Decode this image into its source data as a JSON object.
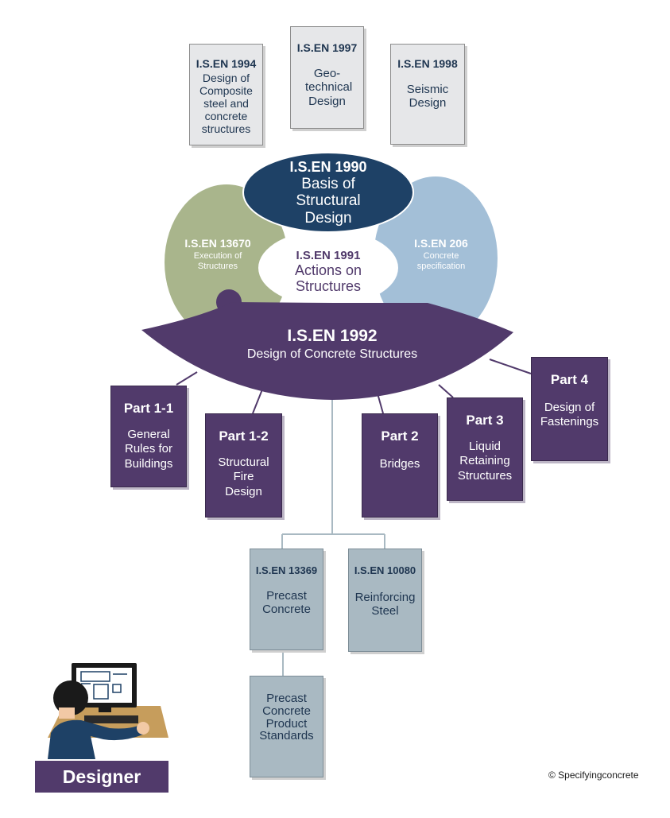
{
  "colors": {
    "navy": "#1e4166",
    "green": "#a9b58c",
    "lightblue": "#a3bfd7",
    "purple": "#513a6b",
    "grey_book": "#e6e7e9",
    "blue_book": "#a9b9c2"
  },
  "top_books": [
    {
      "code": "I.S.EN 1994",
      "desc": "Design of Composite steel and concrete structures"
    },
    {
      "code": "I.S.EN 1997",
      "desc": "Geo- technical Design"
    },
    {
      "code": "I.S.EN 1998",
      "desc": "Seismic Design"
    }
  ],
  "basis": {
    "code": "I.S.EN 1990",
    "desc": "Basis of Structural Design"
  },
  "execution": {
    "code": "I.S.EN 13670",
    "desc": "Execution of Structures"
  },
  "specification": {
    "code": "I.S.EN 206",
    "desc": "Concrete specification"
  },
  "actions": {
    "code": "I.S.EN 1991",
    "desc": "Actions on Structures"
  },
  "concrete": {
    "code": "I.S.EN 1992",
    "desc": "Design of Concrete Structures"
  },
  "parts": [
    {
      "code": "Part 1-1",
      "desc": "General Rules for Buildings"
    },
    {
      "code": "Part 1-2",
      "desc": "Structural Fire Design"
    },
    {
      "code": "Part 2",
      "desc": "Bridges"
    },
    {
      "code": "Part 3",
      "desc": "Liquid Retaining Structures"
    },
    {
      "code": "Part 4",
      "desc": "Design of Fastenings"
    }
  ],
  "bottom_books": [
    {
      "code": "I.S.EN 13369",
      "desc": "Precast Concrete"
    },
    {
      "code": "I.S.EN 10080",
      "desc": "Reinforcing Steel"
    }
  ],
  "product_standards": {
    "desc": "Precast Concrete Product Standards"
  },
  "designer": {
    "label": "Designer"
  },
  "copyright": "© Specifyingconcrete"
}
